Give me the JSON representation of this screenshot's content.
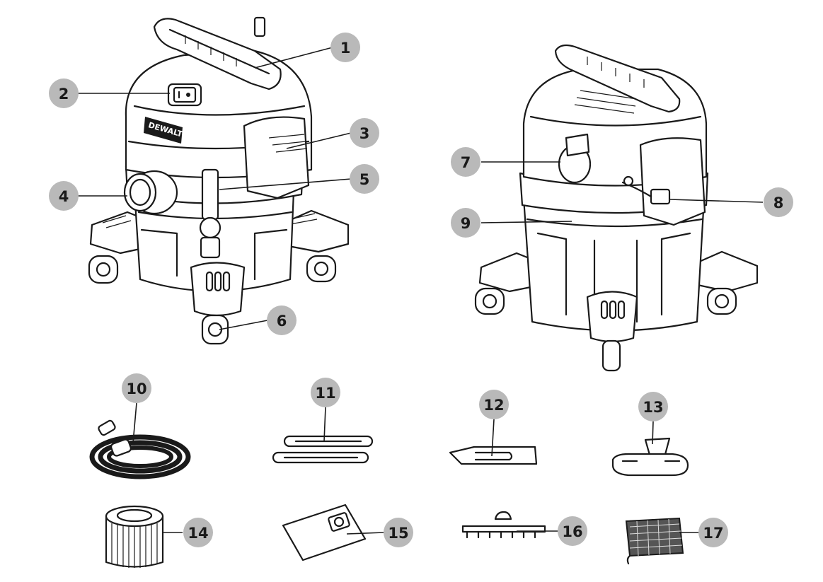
{
  "figure": {
    "brand_mark": "DEWALT",
    "callouts": [
      {
        "id": "1",
        "label": "1"
      },
      {
        "id": "2",
        "label": "2"
      },
      {
        "id": "3",
        "label": "3"
      },
      {
        "id": "4",
        "label": "4"
      },
      {
        "id": "5",
        "label": "5"
      },
      {
        "id": "6",
        "label": "6"
      },
      {
        "id": "7",
        "label": "7"
      },
      {
        "id": "8",
        "label": "8"
      },
      {
        "id": "9",
        "label": "9"
      },
      {
        "id": "10",
        "label": "10"
      },
      {
        "id": "11",
        "label": "11"
      },
      {
        "id": "12",
        "label": "12"
      },
      {
        "id": "13",
        "label": "13"
      },
      {
        "id": "14",
        "label": "14"
      },
      {
        "id": "15",
        "label": "15"
      },
      {
        "id": "16",
        "label": "16"
      },
      {
        "id": "17",
        "label": "17"
      }
    ],
    "colors": {
      "badge": "#b9b9b9",
      "ink": "#1a1a1a",
      "paper": "#ffffff"
    }
  }
}
